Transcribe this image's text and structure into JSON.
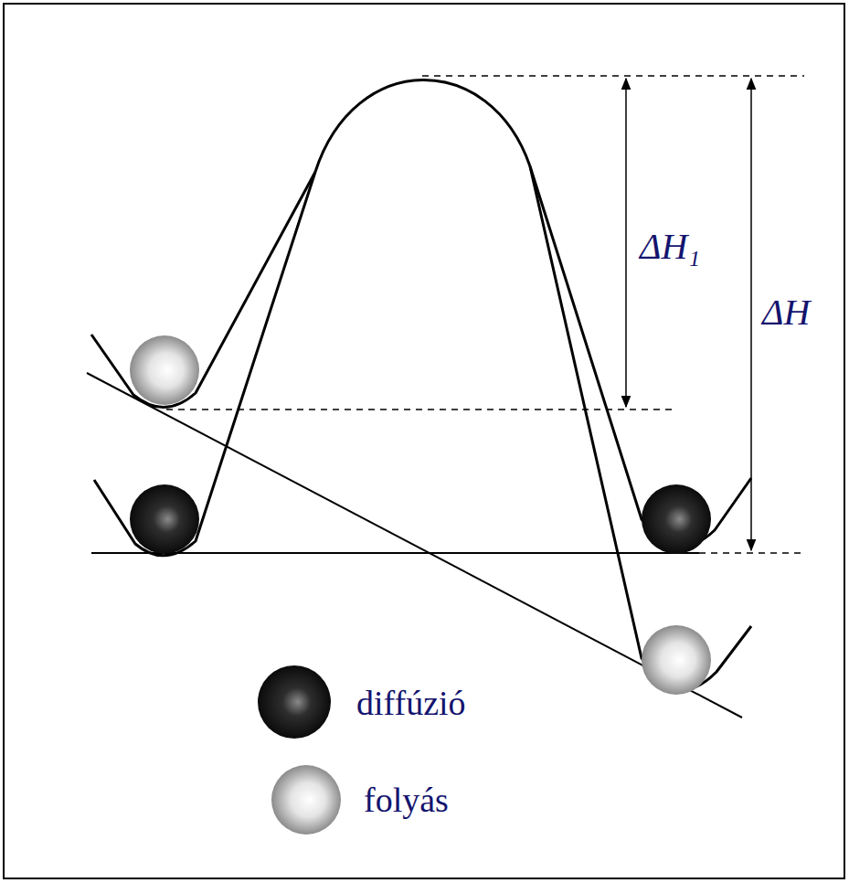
{
  "diagram": {
    "labels": [
      "ΔH₁",
      "ΔH"
    ],
    "legend": [
      {
        "text": "diffúzió"
      },
      {
        "text": "folyás"
      }
    ]
  }
}
